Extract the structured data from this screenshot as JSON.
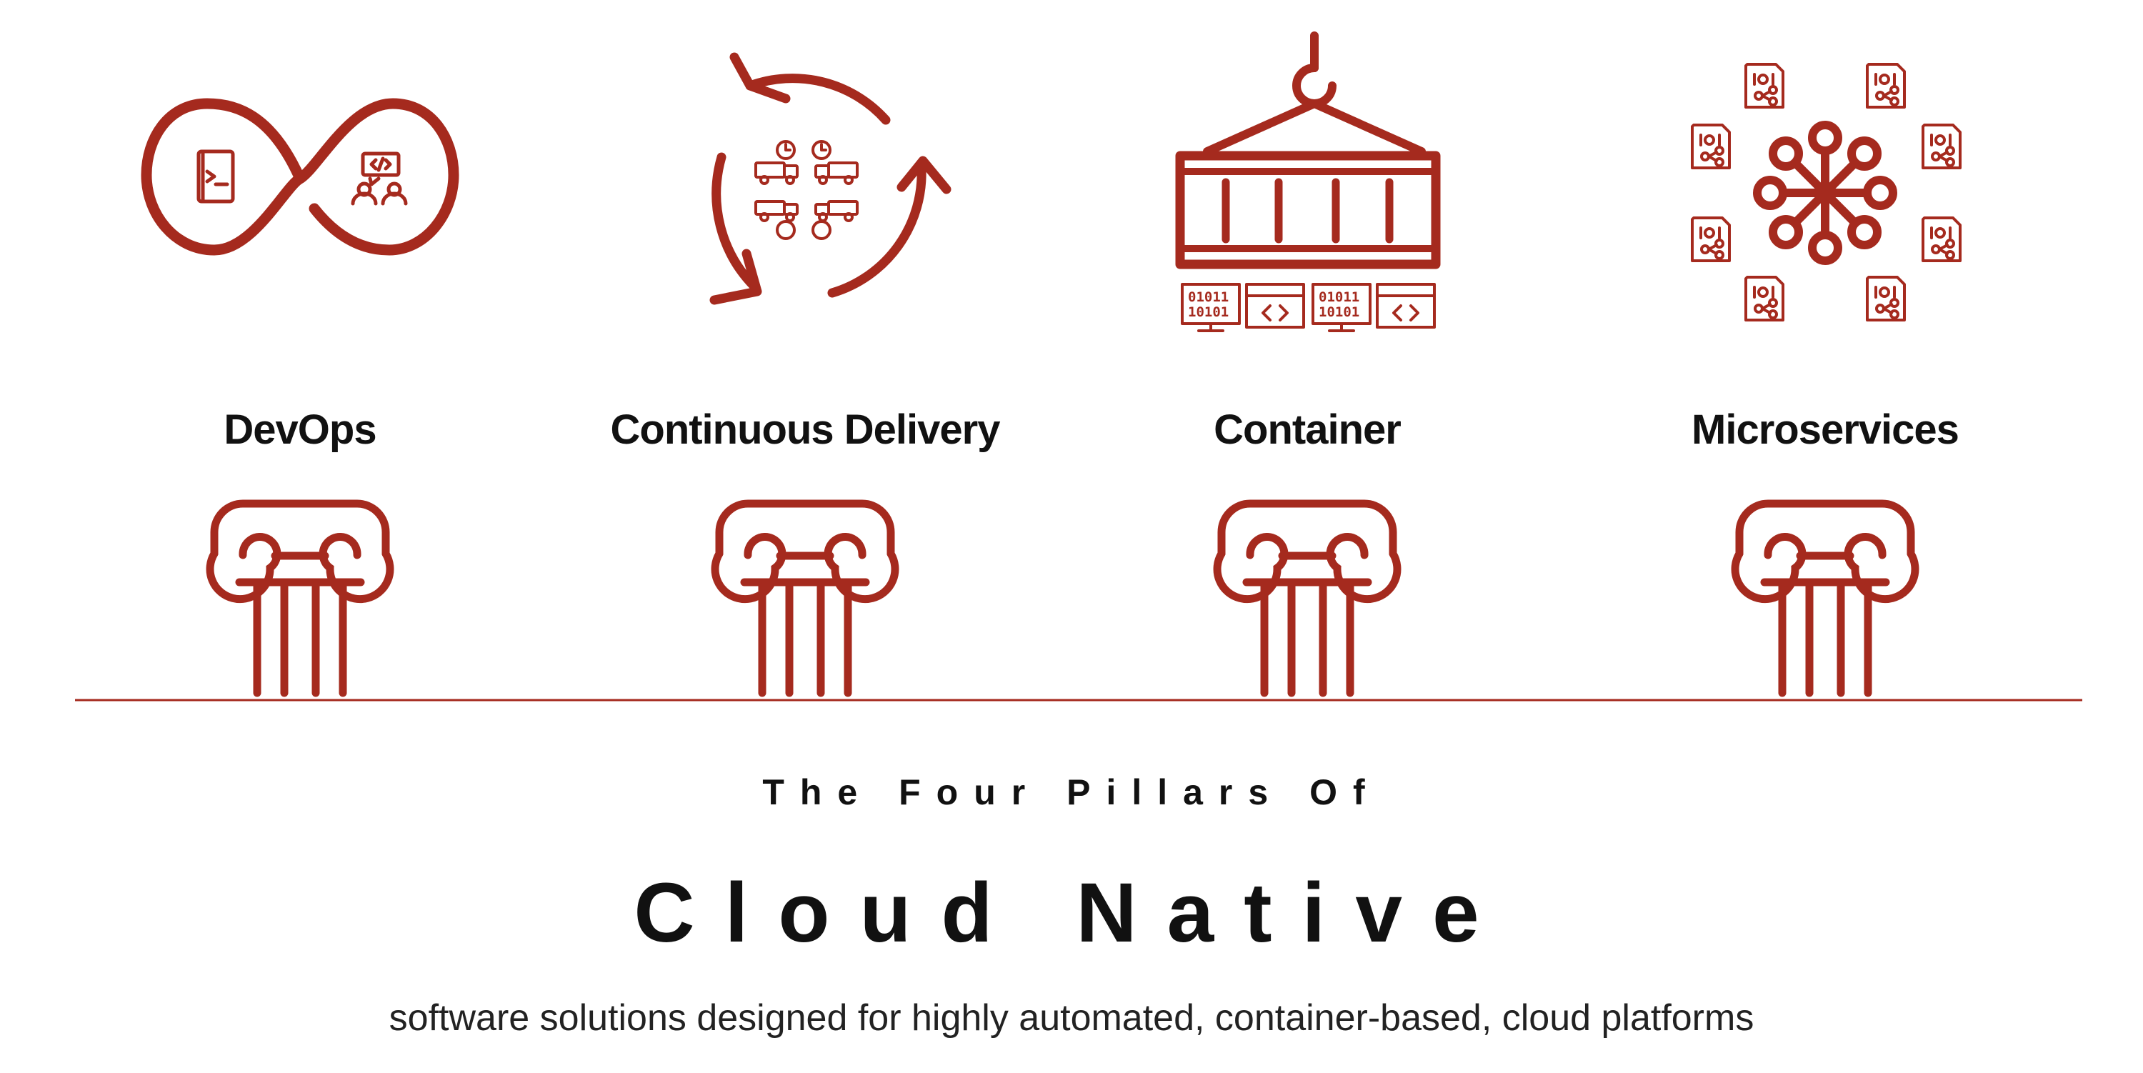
{
  "theme": {
    "accent": "#a52a1e",
    "text": "#111111"
  },
  "pillars": [
    {
      "label": "DevOps",
      "icon": "devops-infinity-icon"
    },
    {
      "label": "Continuous Delivery",
      "icon": "delivery-cycle-icon"
    },
    {
      "label": "Container",
      "icon": "shipping-container-icon"
    },
    {
      "label": "Microservices",
      "icon": "microservices-network-icon"
    }
  ],
  "heading": {
    "subtitle": "The Four Pillars Of",
    "title": "Cloud Native",
    "tagline": "software solutions designed for highly automated, container-based, cloud platforms"
  }
}
